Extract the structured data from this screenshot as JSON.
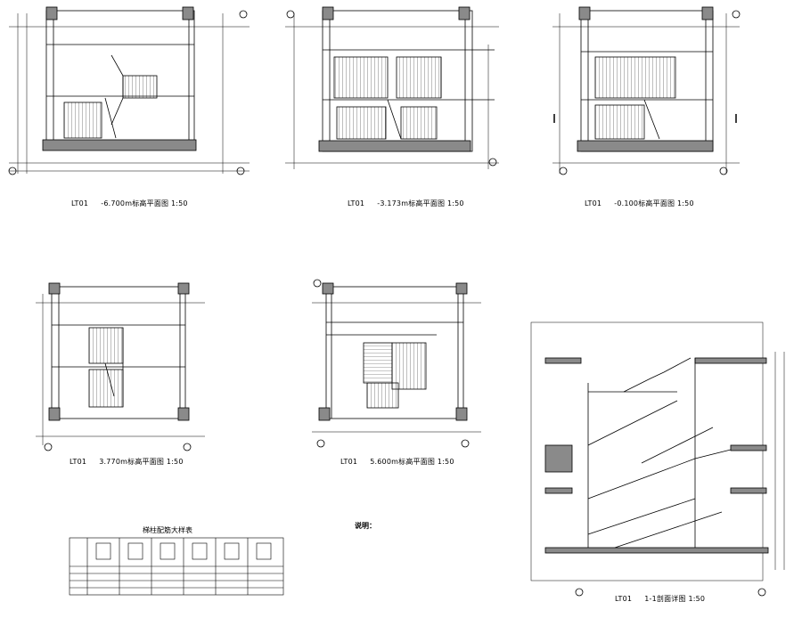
{
  "drawings": [
    {
      "id": "p1",
      "code": "LT01",
      "title": "-6.700m标高平面图 1:50"
    },
    {
      "id": "p2",
      "code": "LT01",
      "title": "-3.173m标高平面图 1:50"
    },
    {
      "id": "p3",
      "code": "LT01",
      "title": "-0.100标高平面图 1:50"
    },
    {
      "id": "p4",
      "code": "LT01",
      "title": "3.770m标高平面图 1:50"
    },
    {
      "id": "p5",
      "code": "LT01",
      "title": "5.600m标高平面图 1:50"
    },
    {
      "id": "s1",
      "code": "LT01",
      "title": "1-1剖面详图 1:50"
    }
  ],
  "column_table": {
    "title": "梯柱配筋大样表"
  },
  "notes": {
    "title": "说明："
  },
  "colors": {
    "line": "#000000",
    "hatch": "#555555",
    "column": "#8a8a8a",
    "background": "#ffffff"
  }
}
